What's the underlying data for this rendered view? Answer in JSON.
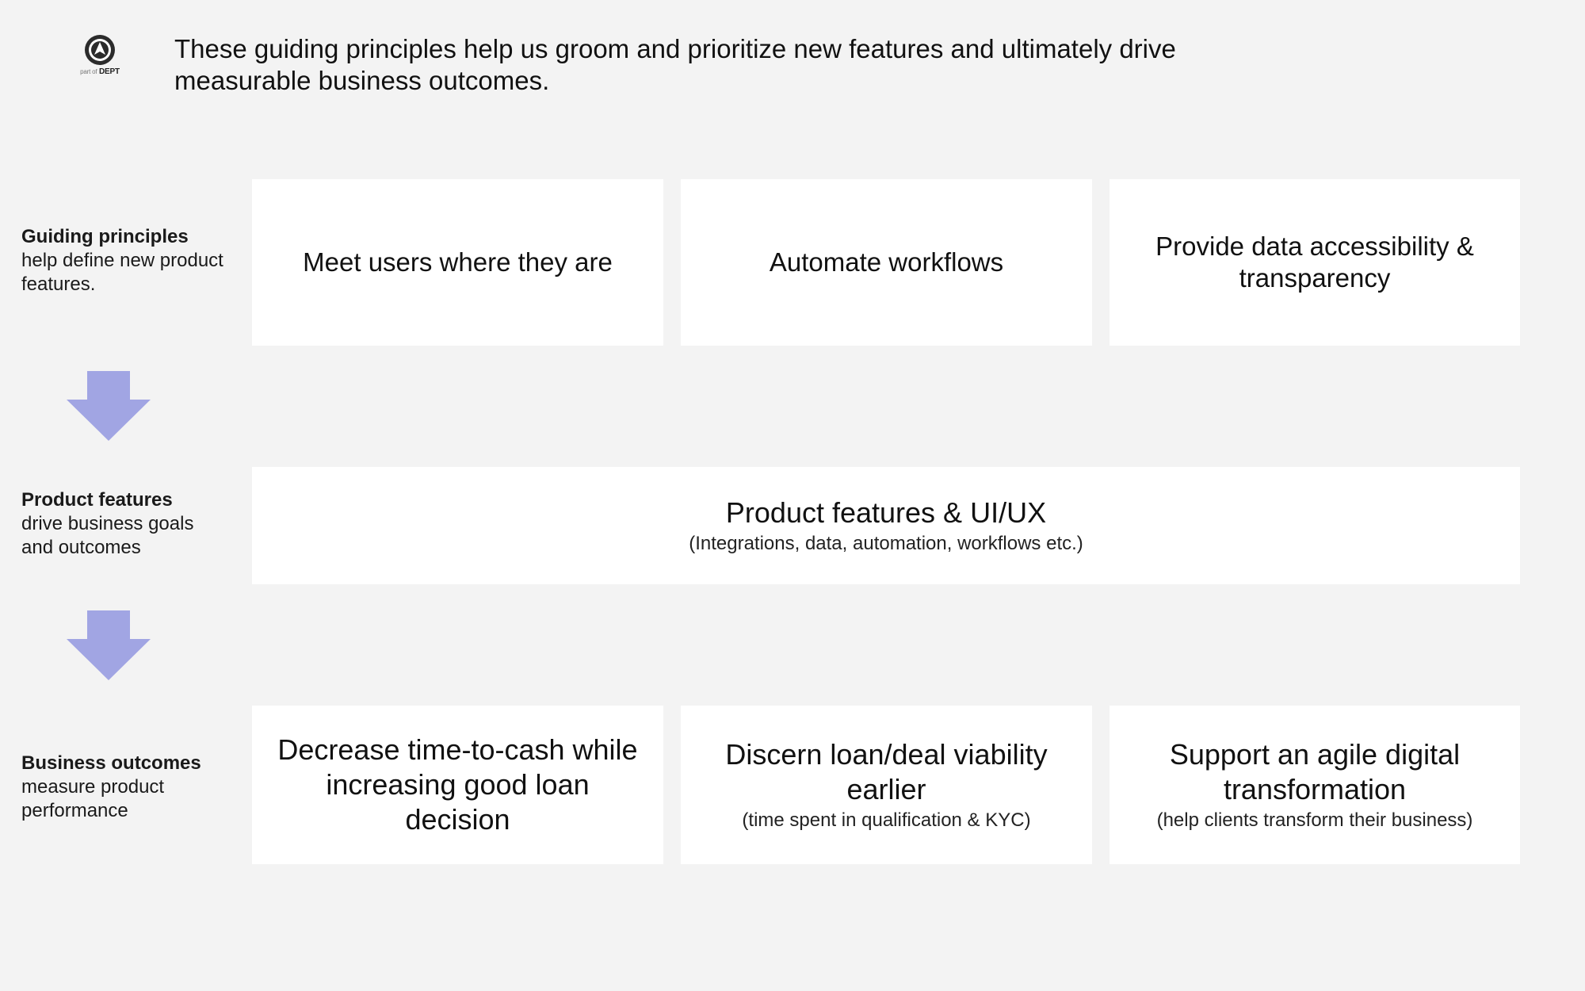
{
  "header": {
    "logo": {
      "icon": "brand-logo-icon",
      "caption_small": "part of",
      "caption_brand": "DEPT"
    },
    "intro_text": "These guiding principles help us groom and prioritize new features and ultimately drive measurable business outcomes."
  },
  "rows": [
    {
      "label_title": "Guiding principles",
      "label_desc": "help define new product features.",
      "boxes": [
        {
          "text": "Meet users where they are"
        },
        {
          "text": "Automate workflows"
        },
        {
          "text": "Provide data accessibility & transparency"
        }
      ]
    },
    {
      "label_title": "Product features",
      "label_desc": "drive business goals and outcomes",
      "boxes": [
        {
          "text": "Product features & UI/UX",
          "subtext": "(Integrations, data, automation, workflows etc.)"
        }
      ]
    },
    {
      "label_title": "Business outcomes",
      "label_desc": "measure product performance",
      "boxes": [
        {
          "text": "Decrease time-to-cash while increasing good loan decision"
        },
        {
          "text": "Discern loan/deal viability earlier",
          "subtext": "(time spent in qualification & KYC)"
        },
        {
          "text": "Support an agile digital transformation",
          "subtext": "(help clients transform their business)"
        }
      ]
    }
  ],
  "arrows": [
    {
      "icon": "arrow-down-icon"
    },
    {
      "icon": "arrow-down-icon"
    }
  ],
  "colors": {
    "background": "#f3f3f3",
    "box": "#ffffff",
    "arrow": "#a1a5e3",
    "text": "#111111"
  }
}
